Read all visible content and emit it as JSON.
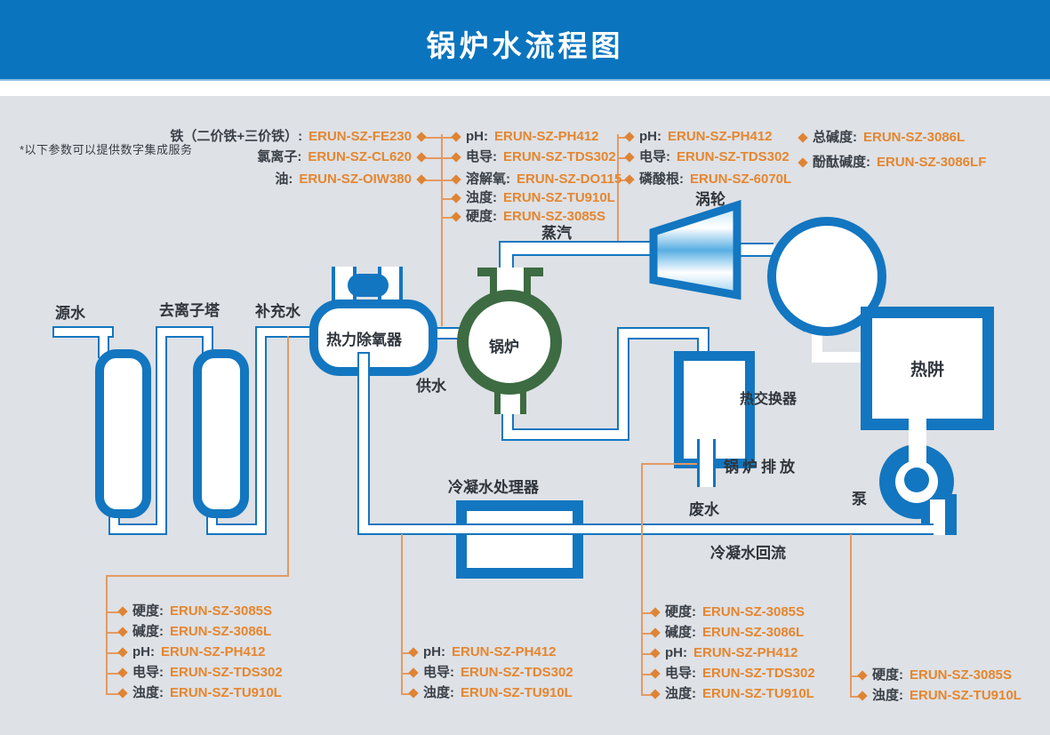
{
  "title": "锅炉水流程图",
  "note": "*以下参数可以提供数字集成服务",
  "colors": {
    "header_blue": "#0b74be",
    "pipe_blue": "#1376c0",
    "boiler_green": "#3d6b42",
    "line_orange": "#e39a62",
    "diamond_orange": "#de8434",
    "value_orange": "#e5862e",
    "label_dark": "#3a4047",
    "background": "#dee1e6",
    "turbine_light": "#5fb2e4"
  },
  "groups": {
    "feed_left": {
      "items": [
        {
          "label": "铁（二价铁+三价铁）:",
          "value": "ERUN-SZ-FE230"
        },
        {
          "label": "氯离子:",
          "value": "ERUN-SZ-CL620"
        },
        {
          "label": "油:",
          "value": "ERUN-SZ-OIW380"
        }
      ]
    },
    "feed_right": {
      "items": [
        {
          "label": "pH:",
          "value": "ERUN-SZ-PH412"
        },
        {
          "label": "电导:",
          "value": "ERUN-SZ-TDS302"
        },
        {
          "label": "溶解氧:",
          "value": "ERUN-SZ-DO115"
        },
        {
          "label": "浊度:",
          "value": "ERUN-SZ-TU910L"
        },
        {
          "label": "硬度:",
          "value": "ERUN-SZ-3085S"
        }
      ]
    },
    "boiler_water": {
      "items": [
        {
          "label": "pH:",
          "value": "ERUN-SZ-PH412"
        },
        {
          "label": "电导:",
          "value": "ERUN-SZ-TDS302"
        },
        {
          "label": "磷酸根:",
          "value": "ERUN-SZ-6070L"
        }
      ]
    },
    "alkalinity": {
      "items": [
        {
          "label": "总碱度:",
          "value": "ERUN-SZ-3086L"
        },
        {
          "label": "酚酞碱度:",
          "value": "ERUN-SZ-3086LF"
        }
      ]
    },
    "makeup": {
      "items": [
        {
          "label": "硬度:",
          "value": "ERUN-SZ-3085S"
        },
        {
          "label": "碱度:",
          "value": "ERUN-SZ-3086L"
        },
        {
          "label": "pH:",
          "value": "ERUN-SZ-PH412"
        },
        {
          "label": "电导:",
          "value": "ERUN-SZ-TDS302"
        },
        {
          "label": "浊度:",
          "value": "ERUN-SZ-TU910L"
        }
      ]
    },
    "condensate": {
      "items": [
        {
          "label": "pH:",
          "value": "ERUN-SZ-PH412"
        },
        {
          "label": "电导:",
          "value": "ERUN-SZ-TDS302"
        },
        {
          "label": "浊度:",
          "value": "ERUN-SZ-TU910L"
        }
      ]
    },
    "blowdown": {
      "items": [
        {
          "label": "硬度:",
          "value": "ERUN-SZ-3085S"
        },
        {
          "label": "碱度:",
          "value": "ERUN-SZ-3086L"
        },
        {
          "label": "pH:",
          "value": "ERUN-SZ-PH412"
        },
        {
          "label": "电导:",
          "value": "ERUN-SZ-TDS302"
        },
        {
          "label": "浊度:",
          "value": "ERUN-SZ-TU910L"
        }
      ]
    },
    "cond_return": {
      "items": [
        {
          "label": "硬度:",
          "value": "ERUN-SZ-3085S"
        },
        {
          "label": "浊度:",
          "value": "ERUN-SZ-TU910L"
        }
      ]
    }
  },
  "equipment": {
    "source_water": "源水",
    "di_tower": "去离子塔",
    "makeup_water": "补充水",
    "deaerator": "热力除氧器",
    "feed_water": "供水",
    "boiler": "锅炉",
    "steam": "蒸汽",
    "turbine": "涡轮",
    "heat_sink": "热阱",
    "heat_exchanger": "热交换器",
    "boiler_blowdown": "锅炉排放",
    "waste_water": "废水",
    "condensate_processor": "冷凝水处理器",
    "condensate_return": "冷凝水回流",
    "pump": "泵"
  }
}
